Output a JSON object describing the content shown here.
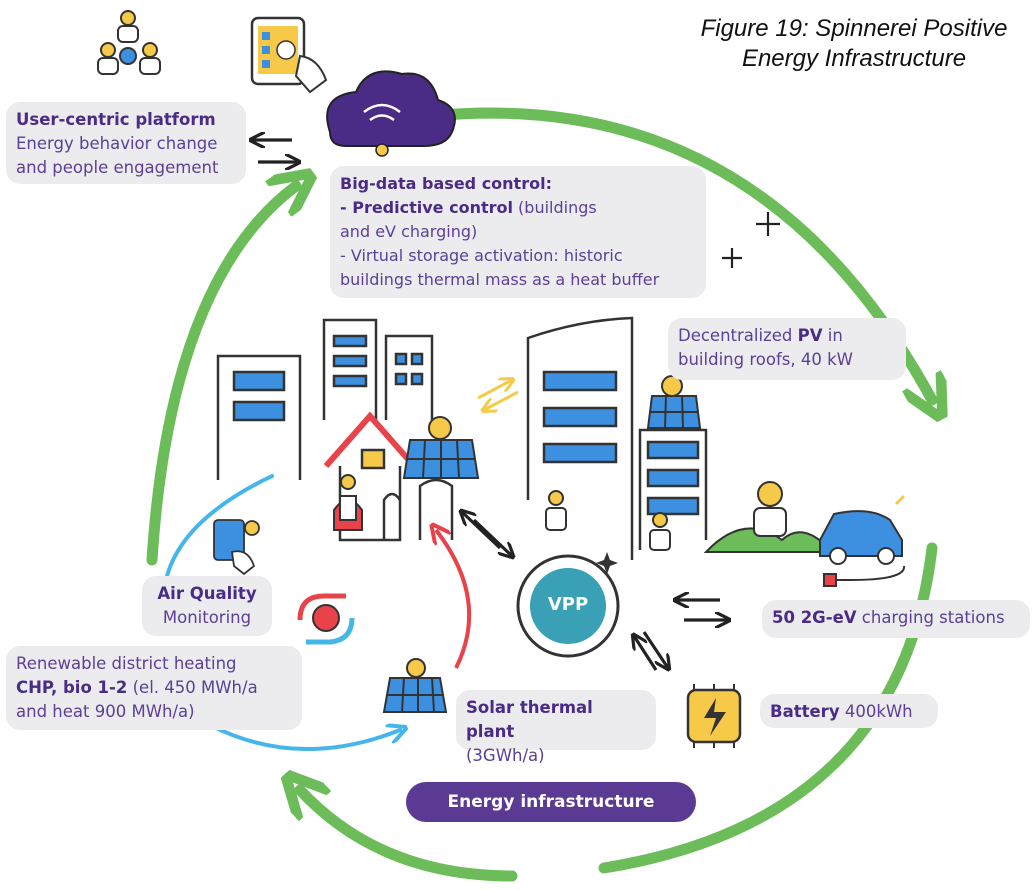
{
  "figure": {
    "title_line1": "Figure 19: Spinnerei Positive",
    "title_line2": "Energy Infrastructure"
  },
  "labels": {
    "user_platform": {
      "title": "User-centric platform",
      "line1": "Energy behavior change",
      "line2": "and people engagement"
    },
    "big_data": {
      "title": "Big-data based control:",
      "predictive_bold": "- Predictive control",
      "predictive_rest": " (buildings",
      "predictive_line2": "and eV charging)",
      "virtual_line1": "- Virtual storage activation: historic",
      "virtual_line2": "buildings thermal mass as a heat buffer"
    },
    "pv": {
      "prefix": "Decentralized ",
      "bold": "PV",
      "suffix": " in",
      "line2": "building roofs, 40 kW"
    },
    "air_quality": {
      "title": "Air Quality",
      "subtitle": "Monitoring"
    },
    "heating": {
      "line1": "Renewable district heating",
      "bold": "CHP, bio 1-2",
      "rest": " (el. 450 MWh/a",
      "line3": "and heat 900 MWh/a)"
    },
    "solar_thermal": {
      "title": "Solar thermal plant",
      "subtitle": "(3GWh/a)"
    },
    "charging": {
      "bold": "50 2G-eV",
      "rest": " charging stations"
    },
    "battery": {
      "bold": "Battery",
      "rest": " 400kWh"
    },
    "vpp": "VPP",
    "energy_infrastructure": "Energy infrastructure"
  },
  "colors": {
    "green_cycle": "#6cbd5a",
    "purple": "#5b3a93",
    "blue_flow": "#45b6ea",
    "red_flow": "#e8434a",
    "teal_vpp": "#3aa0b5",
    "yellow": "#f7c948",
    "panel_blue": "#3d8fe0"
  }
}
